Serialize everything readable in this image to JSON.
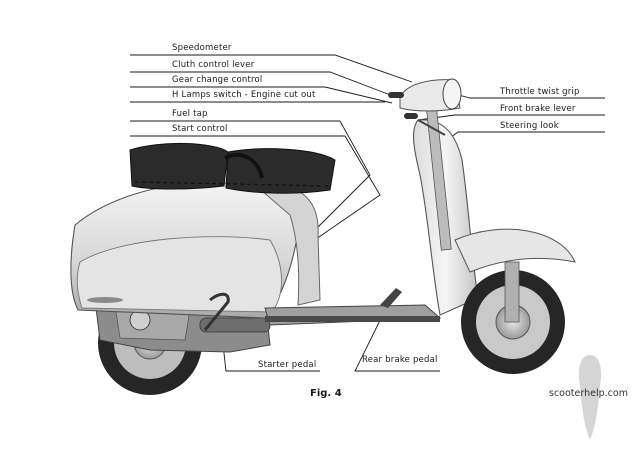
{
  "figure": {
    "caption": "Fig. 4",
    "watermark": "scooterhelp.com",
    "labels": {
      "speedometer": "Speedometer",
      "clutch_control_lever": "Cluth control lever",
      "gear_change_control": "Gear change control",
      "lamps_switch": "H Lamps switch - Engine cut out",
      "fuel_tap": "Fuel tap",
      "start_control": "Start control",
      "throttle_twist_grip": "Throttle twist grip",
      "front_brake_lever": "Front brake lever",
      "steering_lock": "Steering look",
      "starter_pedal": "Starter pedal",
      "rear_brake_pedal": "Rear brake pedal"
    }
  },
  "colors": {
    "ink": "#1a1a1a",
    "body_light": "#ececec",
    "body_shade": "#b5b5b5",
    "seat": "#2b2b2b",
    "tire": "#262626"
  }
}
